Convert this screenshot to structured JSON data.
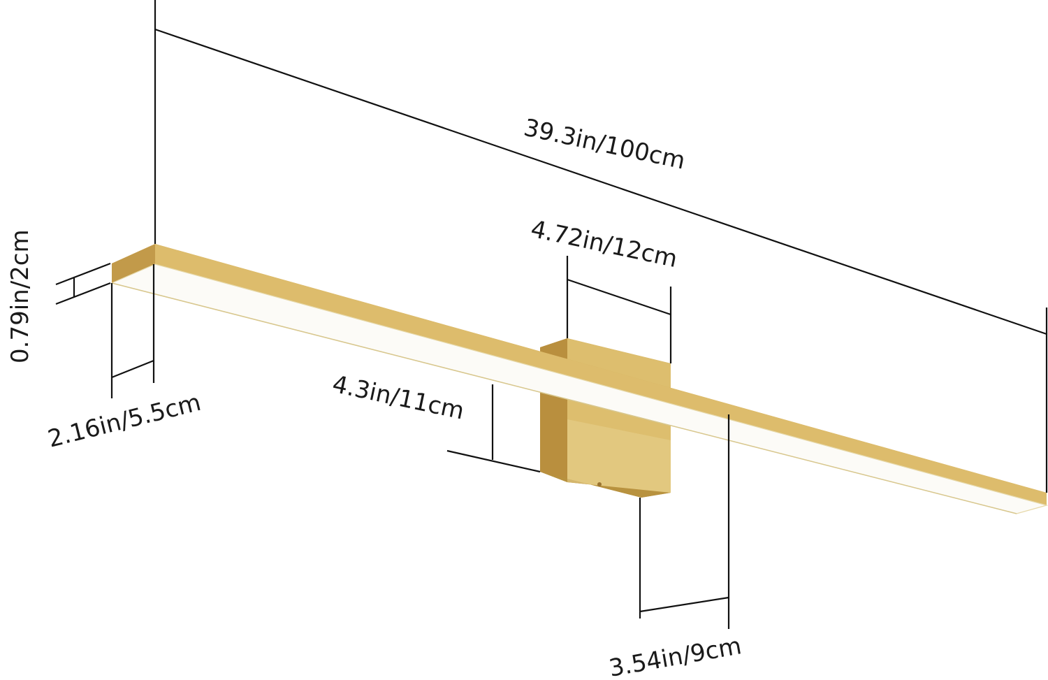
{
  "diagram": {
    "subject": "LED vanity wall light bar",
    "colors": {
      "gold_top": "#D8B464",
      "gold_front": "#C9A24F",
      "gold_side": "#B98F3E",
      "gold_light": "#E6CF8A",
      "diffuser": "#FCFBF7",
      "line": "#111111"
    },
    "dimensions": {
      "length": "39.3in/100cm",
      "backplate_width": "4.72in/12cm",
      "height": "0.79in/2cm",
      "depth": "2.16in/5.5cm",
      "projection": "4.3in/11cm",
      "mount_offset": "3.54in/9cm"
    }
  }
}
